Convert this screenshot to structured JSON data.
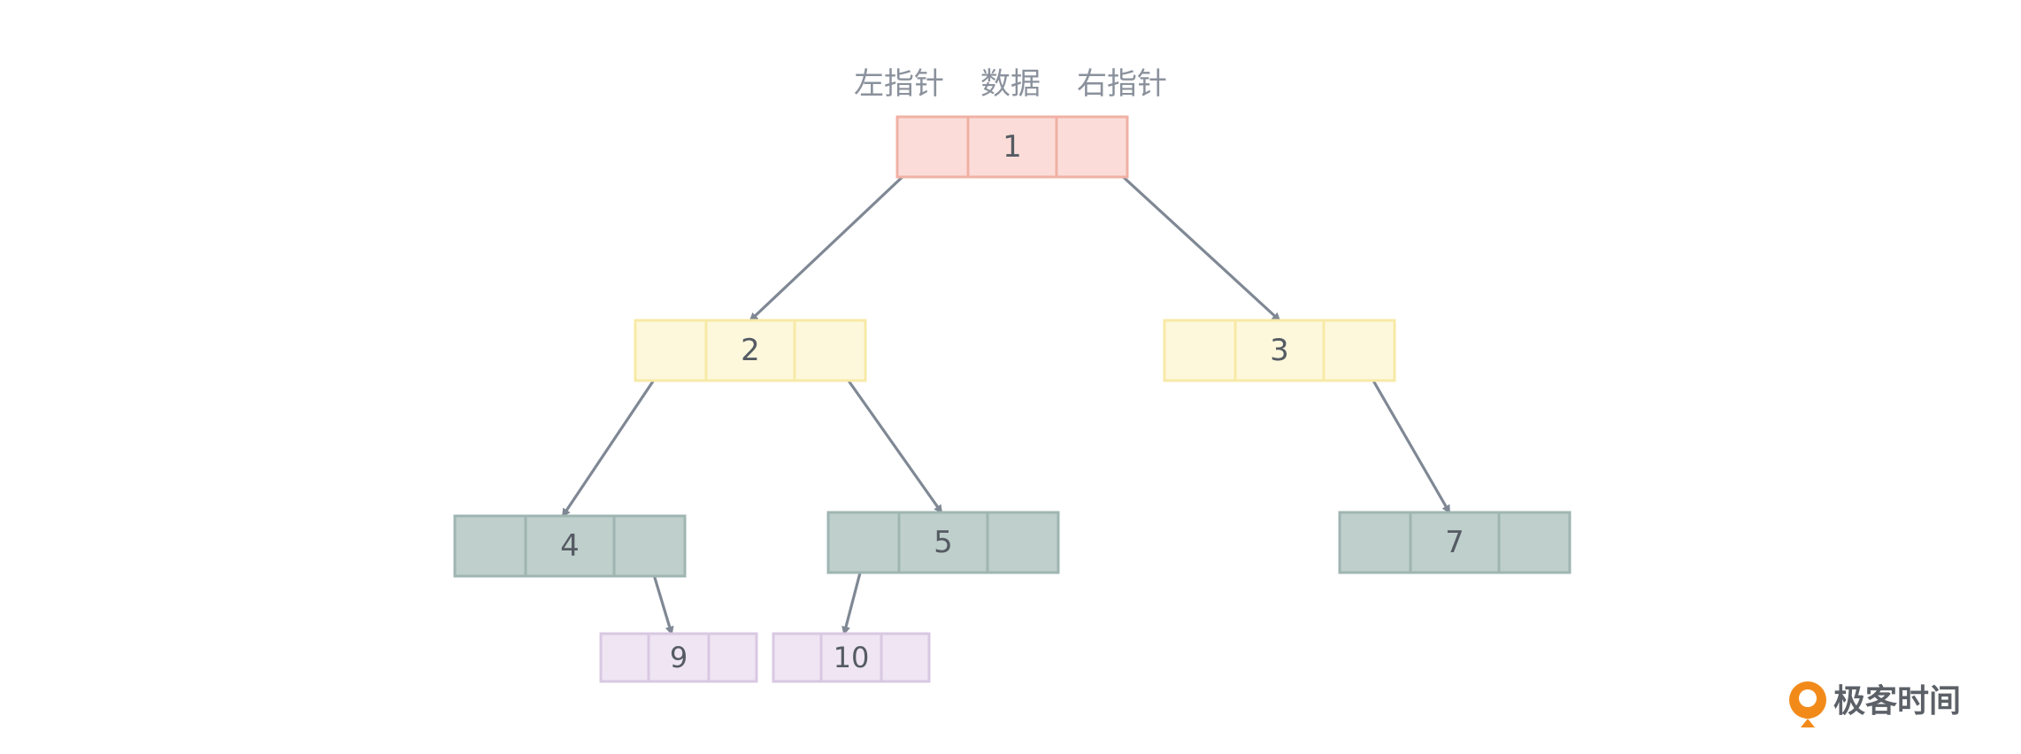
{
  "header": {
    "left_pointer": "左指针",
    "data": "数据",
    "right_pointer": "右指针"
  },
  "colors": {
    "level1_fill": "#fbdcd8",
    "level1_stroke": "#f0b1a5",
    "level2_fill": "#fdf8dc",
    "level2_stroke": "#f7eaa6",
    "level3_fill": "#bfcfcc",
    "level3_stroke": "#9fb5b1",
    "level4_fill": "#efe5f3",
    "level4_stroke": "#d9c8e2",
    "arrow": "#7f8894",
    "logo_orange": "#f28a1a"
  },
  "nodes": [
    {
      "id": "node-1",
      "value": "1",
      "level": 1
    },
    {
      "id": "node-2",
      "value": "2",
      "level": 2
    },
    {
      "id": "node-3",
      "value": "3",
      "level": 2
    },
    {
      "id": "node-4",
      "value": "4",
      "level": 3
    },
    {
      "id": "node-5",
      "value": "5",
      "level": 3
    },
    {
      "id": "node-7",
      "value": "7",
      "level": 3
    },
    {
      "id": "node-9",
      "value": "9",
      "level": 4
    },
    {
      "id": "node-10",
      "value": "10",
      "level": 4
    }
  ],
  "edges": [
    {
      "from": "1",
      "to": "2",
      "side": "left"
    },
    {
      "from": "1",
      "to": "3",
      "side": "right"
    },
    {
      "from": "2",
      "to": "4",
      "side": "left"
    },
    {
      "from": "2",
      "to": "5",
      "side": "right"
    },
    {
      "from": "3",
      "to": "7",
      "side": "right"
    },
    {
      "from": "4",
      "to": "9",
      "side": "right"
    },
    {
      "from": "5",
      "to": "10",
      "side": "left"
    }
  ],
  "logo": {
    "icon": "geektime-logo-icon",
    "text": "极客时间"
  }
}
